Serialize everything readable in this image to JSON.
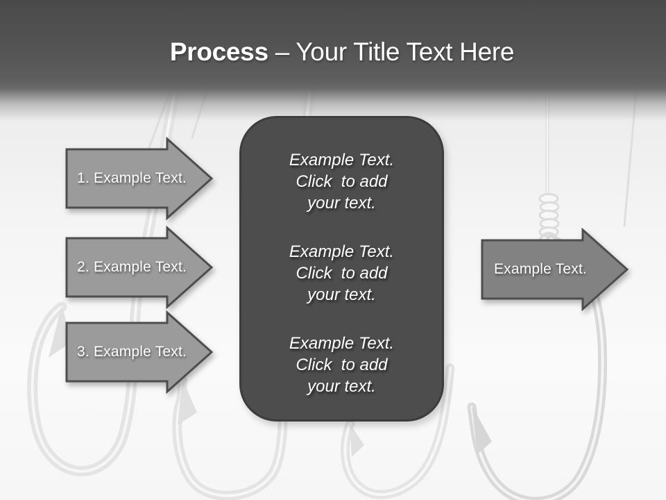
{
  "title": {
    "emphasis": "Process",
    "rest": "– Your Title Text Here"
  },
  "steps": [
    {
      "label": "1. Example Text."
    },
    {
      "label": "2. Example Text."
    },
    {
      "label": "3. Example Text."
    }
  ],
  "center_box": {
    "items": [
      {
        "text": "Example Text.\nClick  to add\nyour text."
      },
      {
        "text": "Example Text.\nClick  to add\nyour text."
      },
      {
        "text": "Example Text.\nClick  to add\nyour text."
      }
    ]
  },
  "result_arrow": {
    "label": "Example Text."
  },
  "background": {
    "icons": [
      "fishing-hook-left",
      "fishing-hook-center",
      "fishing-hook-under-box",
      "fishing-hook-right",
      "fishing-line"
    ]
  },
  "colors": {
    "header_dark": "#4a4a4a",
    "step_arrow_fill": "#9b9b9b",
    "result_arrow_fill": "#828282",
    "arrow_border": "#4d4d4d",
    "box_fill": "#4d4d4d",
    "box_border": "#3c3c3c",
    "text": "#ffffff",
    "background_light": "#f4f4f4"
  }
}
